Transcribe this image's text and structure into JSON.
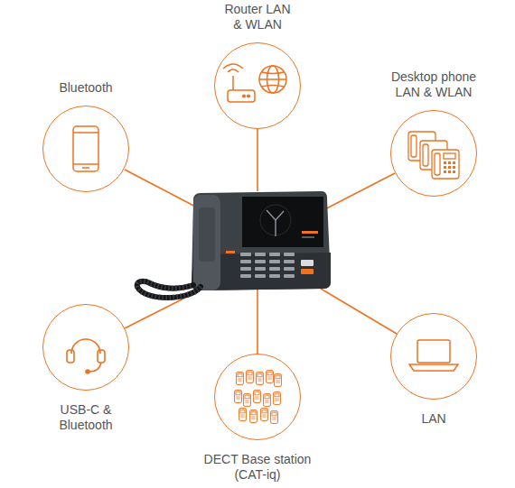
{
  "diagram": {
    "nodes": [
      {
        "text": [
          "Router LAN & WLAN"
        ]
      },
      {
        "text": [
          "Bluetooth"
        ]
      },
      {
        "text": [
          "Desktop phone LAN & WLAN"
        ]
      },
      {
        "text": [
          "USB-C & Bluetooth"
        ]
      },
      {
        "text": [
          "DECT Base station (CAT-iq)"
        ]
      },
      {
        "text": [
          "LAN"
        ]
      }
    ]
  }
}
